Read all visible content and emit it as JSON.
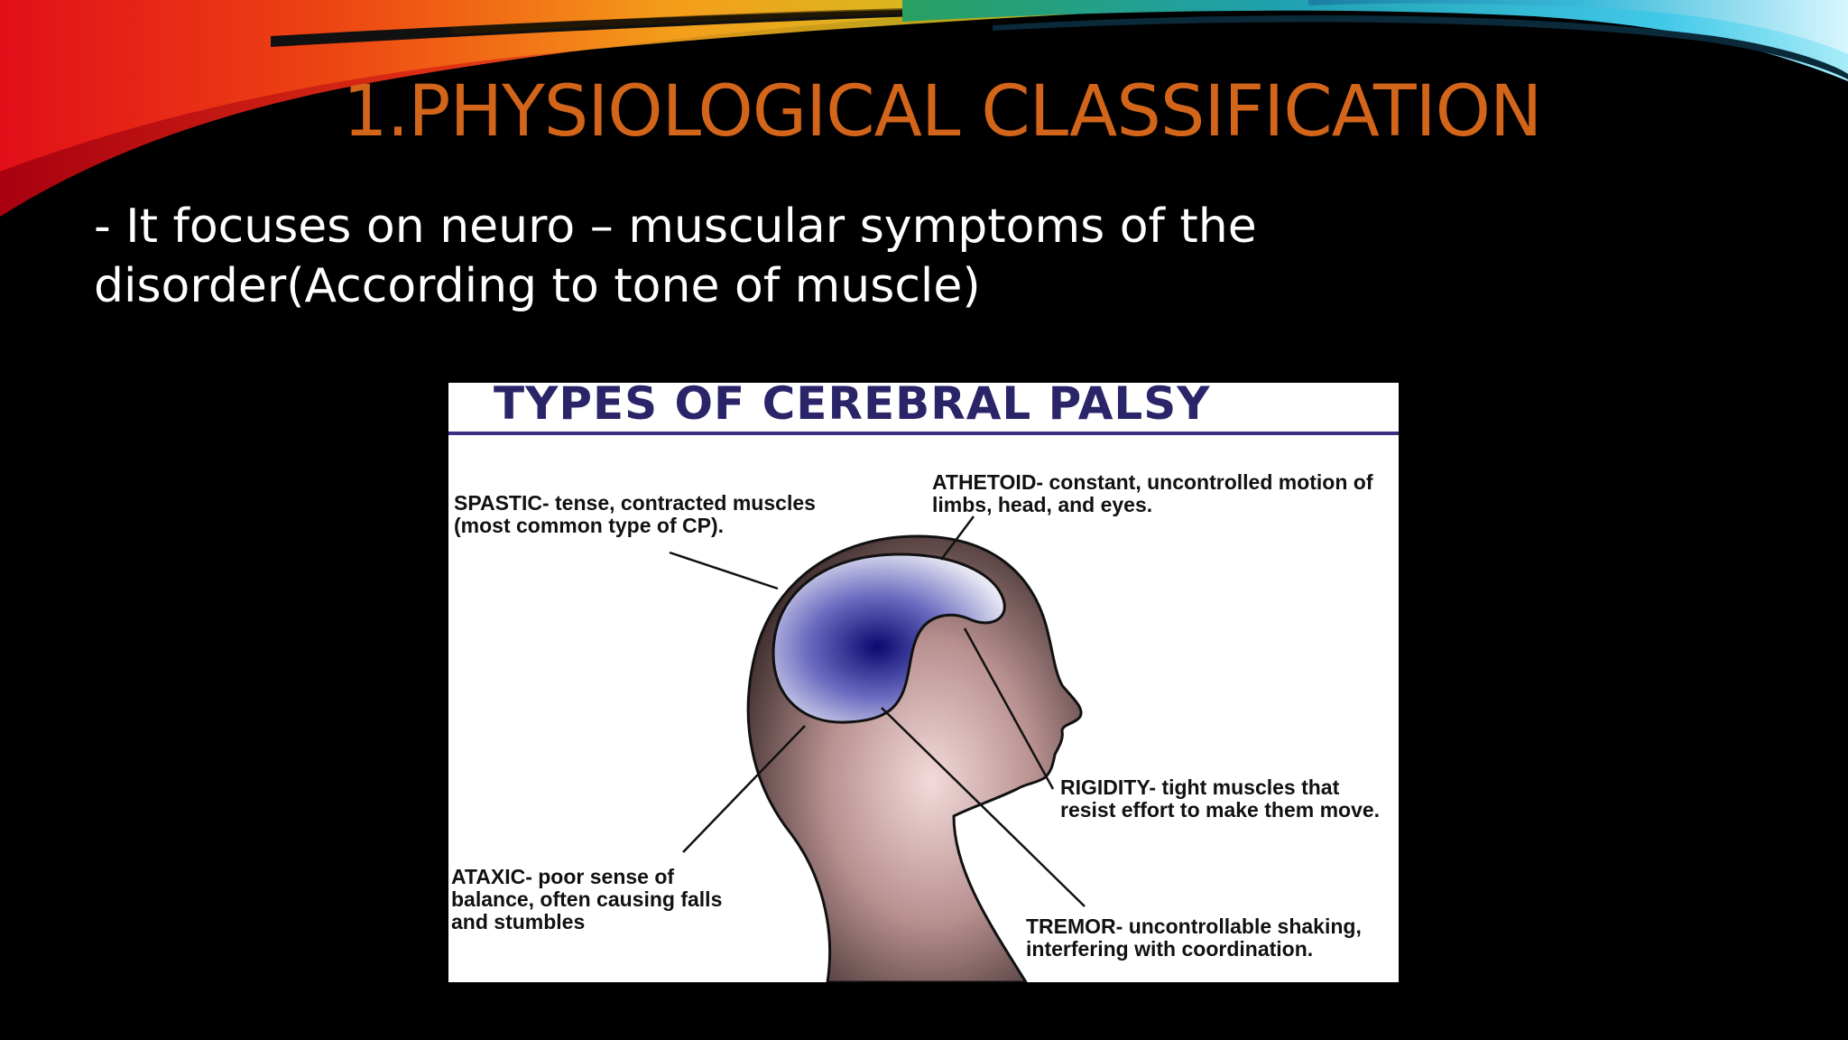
{
  "slide": {
    "title": "1.PHYSIOLOGICAL CLASSIFICATION",
    "subtitle": "- It focuses on neuro – muscular symptoms of the disorder(According to tone of muscle)"
  },
  "diagram": {
    "title": "TYPES OF CEREBRAL PALSY",
    "labels": {
      "spastic": "SPASTIC- tense, contracted muscles (most common type of CP).",
      "athetoid": "ATHETOID- constant, uncontrolled motion of limbs, head, and eyes.",
      "rigidity": "RIGIDITY- tight muscles that resist effort to make them move.",
      "ataxic": "ATAXIC- poor sense of balance, often causing falls and stumbles",
      "tremor": "TREMOR- uncontrollable shaking, interfering with coordination."
    }
  },
  "colors": {
    "title": "#d2651a",
    "subtitle": "#ffffff",
    "diagram_title": "#2a2468",
    "background": "#000000"
  }
}
